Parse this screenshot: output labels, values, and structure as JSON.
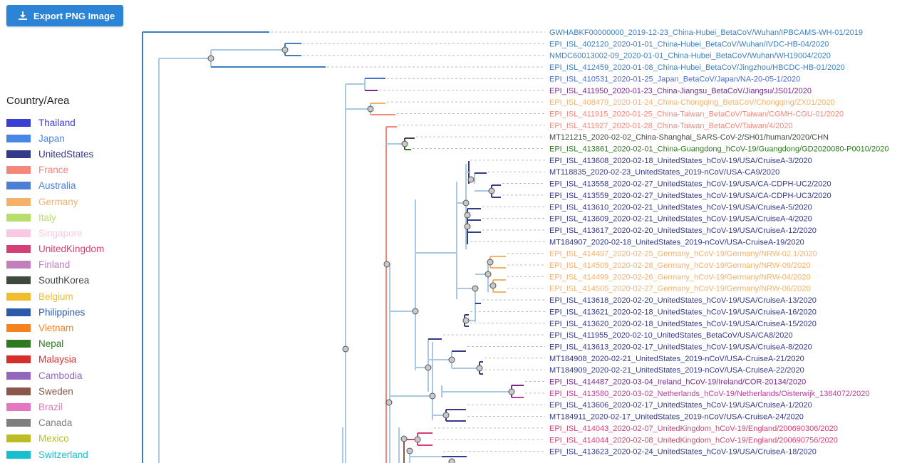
{
  "toolbar": {
    "export_label": "Export PNG Image",
    "export_icon": "download-icon"
  },
  "legend": {
    "title": "Country/Area",
    "items": [
      {
        "label": "Thailand",
        "color": "#3a3fd1"
      },
      {
        "label": "Japan",
        "color": "#4a86e8"
      },
      {
        "label": "UnitedStates",
        "color": "#34398a"
      },
      {
        "label": "France",
        "color": "#f4877a"
      },
      {
        "label": "Australia",
        "color": "#4a7fd4"
      },
      {
        "label": "Germany",
        "color": "#f5b169"
      },
      {
        "label": "Italy",
        "color": "#b5de6b"
      },
      {
        "label": "Singapore",
        "color": "#f9c9e3"
      },
      {
        "label": "UnitedKingdom",
        "color": "#d63f75"
      },
      {
        "label": "Finland",
        "color": "#c27fbb"
      },
      {
        "label": "SouthKorea",
        "color": "#3f4a3e"
      },
      {
        "label": "Belgium",
        "color": "#f2bd2c"
      },
      {
        "label": "Philippines",
        "color": "#2c5aa8"
      },
      {
        "label": "Vietnam",
        "color": "#f5821f"
      },
      {
        "label": "Nepal",
        "color": "#2d7a1e"
      },
      {
        "label": "Malaysia",
        "color": "#d72d2d"
      },
      {
        "label": "Cambodia",
        "color": "#9467bd"
      },
      {
        "label": "Sweden",
        "color": "#8c564b"
      },
      {
        "label": "Brazil",
        "color": "#e377c2"
      },
      {
        "label": "Canada",
        "color": "#7f7f7f"
      },
      {
        "label": "Mexico",
        "color": "#bcbd22"
      },
      {
        "label": "Switzerland",
        "color": "#17becf"
      }
    ]
  },
  "tree": {
    "leaves": [
      {
        "label": "GWHABKF00000000_2019-12-23_China-Hubei_BetaCoV/Wuhan/IPBCAMS-WH-01/2019",
        "color": "#3c7fc0"
      },
      {
        "label": "EPI_ISL_402120_2020-01-01_China-Hubei_BetaCoV/Wuhan/IVDC-HB-04/2020",
        "color": "#3c7fc0"
      },
      {
        "label": "NMDC60013002-09_2020-01-01_China-Hubei_BetaCoV/Wuhan/WH19004/2020",
        "color": "#3c7fc0"
      },
      {
        "label": "EPI_ISL_412459_2020-01-08_China-Hubei_BetaCoV/Jingzhou/HBCDC-HB-01/2020",
        "color": "#3c7fc0"
      },
      {
        "label": "EPI_ISL_410531_2020-01-25_Japan_BetaCoV/Japan/NA-20-05-1/2020",
        "color": "#4a6fd0"
      },
      {
        "label": "EPI_ISL_411950_2020-01-23_China-Jiangsu_BetaCoV/Jiangsu/JS01/2020",
        "color": "#7a2a8c"
      },
      {
        "label": "EPI_ISL_408479_2020-01-24_China-Chongqing_BetaCoV/Chongqing/ZX01/2020",
        "color": "#f5b169"
      },
      {
        "label": "EPI_ISL_411915_2020-01-25_China-Taiwan_BetaCoV/Taiwan/CGMH-CGU-01/2020",
        "color": "#f4877a"
      },
      {
        "label": "EPI_ISL_411927_2020-01-28_China-Taiwan_BetaCoV/Taiwan/4/2020",
        "color": "#f4877a"
      },
      {
        "label": "MT121215_2020-02-02_China-Shanghai_SARS-CoV-2/SH01/human/2020/CHN",
        "color": "#3f4a3e"
      },
      {
        "label": "EPI_ISL_413861_2020-02-01_China-Guangdong_hCoV-19/Guangdong/GD2020080-P0010/2020",
        "color": "#2d7a1e"
      },
      {
        "label": "EPI_ISL_413608_2020-02-18_UnitedStates_hCoV-19/USA/CruiseA-3/2020",
        "color": "#34398a"
      },
      {
        "label": "MT118835_2020-02-23_UnitedStates_2019-nCoV/USA-CA9/2020",
        "color": "#34398a"
      },
      {
        "label": "EPI_ISL_413558_2020-02-27_UnitedStates_hCoV-19/USA/CA-CDPH-UC2/2020",
        "color": "#34398a"
      },
      {
        "label": "EPI_ISL_413559_2020-02-27_UnitedStates_hCoV-19/USA/CA-CDPH-UC3/2020",
        "color": "#34398a"
      },
      {
        "label": "EPI_ISL_413610_2020-02-21_UnitedStates_hCoV-19/USA/CruiseA-5/2020",
        "color": "#34398a"
      },
      {
        "label": "EPI_ISL_413609_2020-02-21_UnitedStates_hCoV-19/USA/CruiseA-4/2020",
        "color": "#34398a"
      },
      {
        "label": "EPI_ISL_413617_2020-02-20_UnitedStates_hCoV-19/USA/CruiseA-12/2020",
        "color": "#34398a"
      },
      {
        "label": "MT184907_2020-02-18_UnitedStates_2019-nCoV/USA-CruiseA-19/2020",
        "color": "#34398a"
      },
      {
        "label": "EPI_ISL_414497_2020-02-25_Germany_hCoV-19/Germany/NRW-02.1/2020",
        "color": "#f5b169"
      },
      {
        "label": "EPI_ISL_414509_2020-02-28_Germany_hCoV-19/Germany/NRW-09/2020",
        "color": "#f5b169"
      },
      {
        "label": "EPI_ISL_414499_2020-02-26_Germany_hCoV-19/Germany/NRW-04/2020",
        "color": "#f5b169"
      },
      {
        "label": "EPI_ISL_414505_2020-02-27_Germany_hCoV-19/Germany/NRW-06/2020",
        "color": "#f5b169"
      },
      {
        "label": "EPI_ISL_413618_2020-02-20_UnitedStates_hCoV-19/USA/CruiseA-13/2020",
        "color": "#34398a"
      },
      {
        "label": "EPI_ISL_413621_2020-02-18_UnitedStates_hCoV-19/USA/CruiseA-16/2020",
        "color": "#34398a"
      },
      {
        "label": "EPI_ISL_413620_2020-02-18_UnitedStates_hCoV-19/USA/CruiseA-15/2020",
        "color": "#34398a"
      },
      {
        "label": "EPI_ISL_411955_2020-02-10_UnitedStates_BetaCoV/USA/CA8/2020",
        "color": "#34398a"
      },
      {
        "label": "EPI_ISL_413613_2020-02-17_UnitedStates_hCoV-19/USA/CruiseA-8/2020",
        "color": "#34398a"
      },
      {
        "label": "MT184908_2020-02-21_UnitedStates_2019-nCoV/USA-CruiseA-21/2020",
        "color": "#34398a"
      },
      {
        "label": "MT184909_2020-02-21_UnitedStates_2019-nCoV/USA-CruiseA-22/2020",
        "color": "#34398a"
      },
      {
        "label": "EPI_ISL_414487_2020-03-04_Ireland_hCoV-19/Ireland/COR-20134/2020",
        "color": "#7a2a8c"
      },
      {
        "label": "EPI_ISL_413580_2020-03-02_Netherlands_hCoV-19/Netherlands/Oisterwijk_1364072/2020",
        "color": "#c2399a"
      },
      {
        "label": "EPI_ISL_413606_2020-02-17_UnitedStates_hCoV-19/USA/CruiseA-1/2020",
        "color": "#34398a"
      },
      {
        "label": "MT184911_2020-02-17_UnitedStates_2019-nCoV/USA-CruiseA-24/2020",
        "color": "#34398a"
      },
      {
        "label": "EPI_ISL_414043_2020-02-07_UnitedKingdom_hCoV-19/England/200690306/2020",
        "color": "#d63f75"
      },
      {
        "label": "EPI_ISL_414044_2020-02-08_UnitedKingdom_hCoV-19/England/200690756/2020",
        "color": "#d63f75"
      },
      {
        "label": "EPI_ISL_413623_2020-02-24_UnitedStates_hCoV-19/USA/CruiseA-18/2020",
        "color": "#34398a"
      }
    ]
  }
}
